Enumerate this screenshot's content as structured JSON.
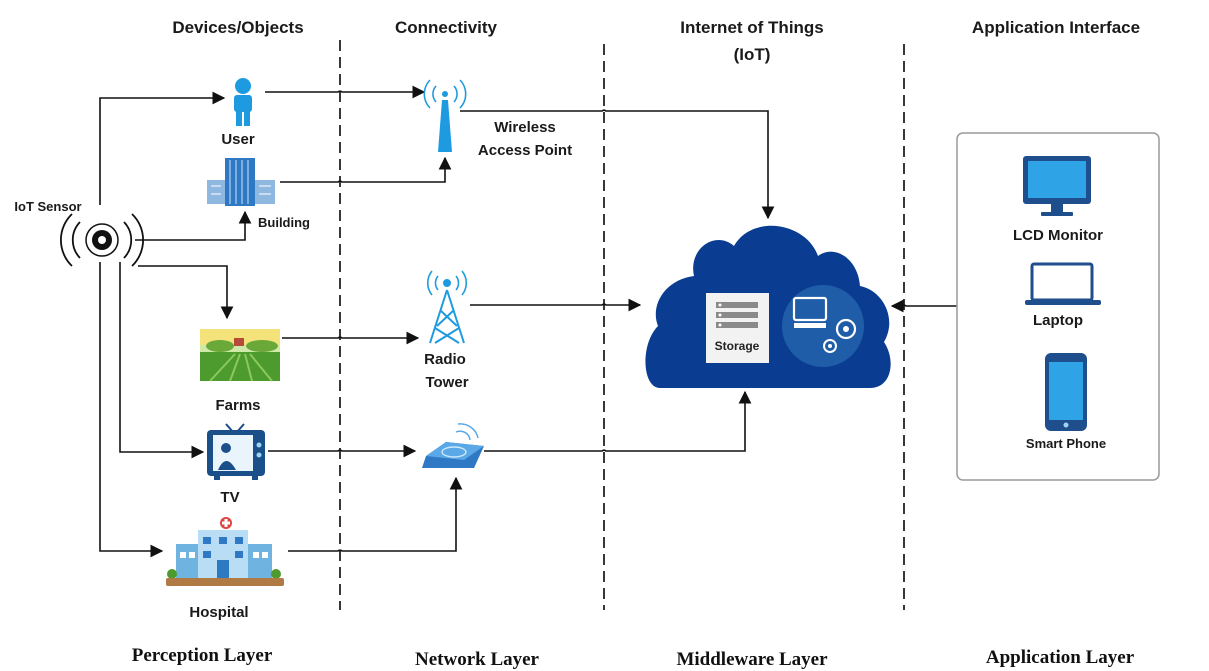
{
  "headers": {
    "devices": "Devices/Objects",
    "connectivity": "Connectivity",
    "iot_line1": "Internet of Things",
    "iot_line2": "(IoT)",
    "application": "Application Interface"
  },
  "sensor": {
    "label": "IoT Sensor",
    "icon": "sensor-icon"
  },
  "devices": {
    "user": "User",
    "building": "Building",
    "farms": "Farms",
    "tv": "TV",
    "hospital": "Hospital"
  },
  "connectivity": {
    "wireless_line1": "Wireless",
    "wireless_line2": "Access Point",
    "radio_line1": "Radio",
    "radio_line2": "Tower"
  },
  "cloud": {
    "storage": "Storage"
  },
  "application": {
    "lcd": "LCD Monitor",
    "laptop": "Laptop",
    "phone": "Smart Phone"
  },
  "layers": {
    "perception": "Perception Layer",
    "network": "Network Layer",
    "middleware": "Middleware Layer",
    "application": "Application Layer"
  },
  "colors": {
    "cloud": "#0a3d91",
    "icon_blue": "#1e9be0",
    "lines": "#111111"
  }
}
